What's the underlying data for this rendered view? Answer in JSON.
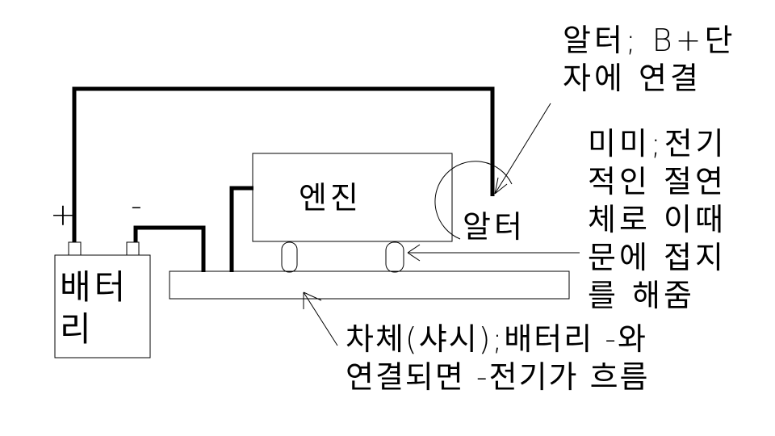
{
  "labels": {
    "alternator_note": [
      "알터; B+단",
      "자에 연결"
    ],
    "mount_note": [
      "미미;전기",
      "적인 절연",
      "체로 이때",
      "문에 접지",
      "를 해줌"
    ],
    "engine": "엔진",
    "alternator": "알터",
    "battery": [
      "배터",
      "리"
    ],
    "plus": "+",
    "minus": "-",
    "chassis_note": [
      "차체(샤시);배터리 -와",
      "연결되면 -전기가 흐름"
    ]
  }
}
